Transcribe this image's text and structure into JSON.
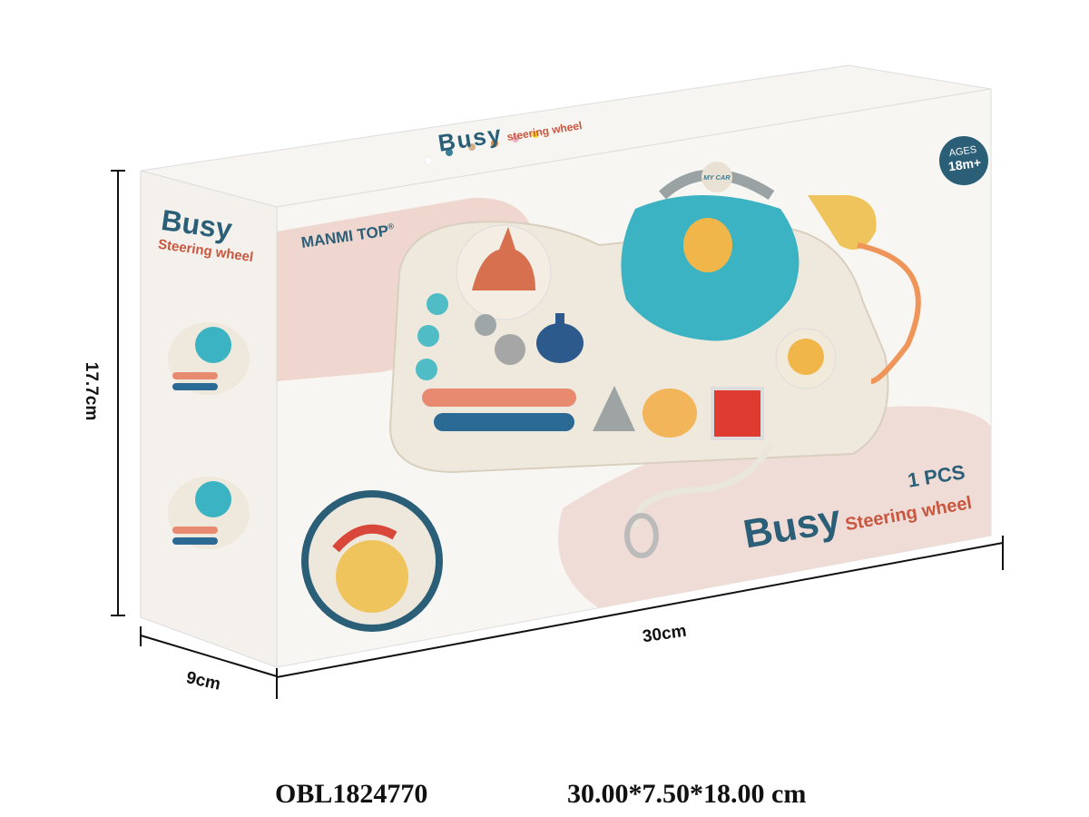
{
  "product": {
    "brand": "MANMI TOP",
    "brand_mark": "®",
    "title_main": "Busy",
    "title_sub": "Steering wheel",
    "top_title_main": "Busy",
    "top_title_sub": "steering wheel",
    "quantity": "1 PCS",
    "age_label": "AGES",
    "age_value": "18m+",
    "toy_badge": "MY CAR"
  },
  "dimensions": {
    "height": "17.7cm",
    "length": "30cm",
    "depth": "9cm"
  },
  "footer": {
    "item_code": "OBL1824770",
    "package_size": "30.00*7.50*18.00 cm"
  },
  "colors": {
    "teal": "#2b5f78",
    "coral": "#c9573f",
    "pink": "#ecd3cd",
    "cream": "#f5f2ec",
    "aqua": "#3bb3c3",
    "yellow": "#f0b64a"
  }
}
